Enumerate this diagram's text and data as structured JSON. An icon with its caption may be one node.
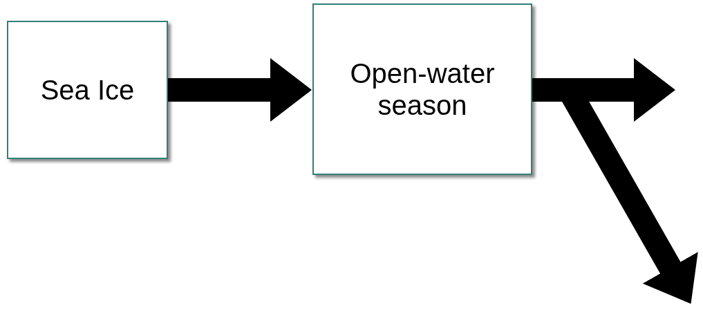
{
  "diagram": {
    "nodes": [
      {
        "text": [
          "Sea Ice"
        ]
      },
      {
        "text": [
          "Open-water season"
        ]
      }
    ],
    "edges": [
      {
        "from": 0,
        "to": 1,
        "arrow": "to"
      },
      {
        "from": 1,
        "to": null,
        "arrow": "to"
      },
      {
        "from": 1,
        "to": null,
        "arrow": "to"
      }
    ]
  }
}
